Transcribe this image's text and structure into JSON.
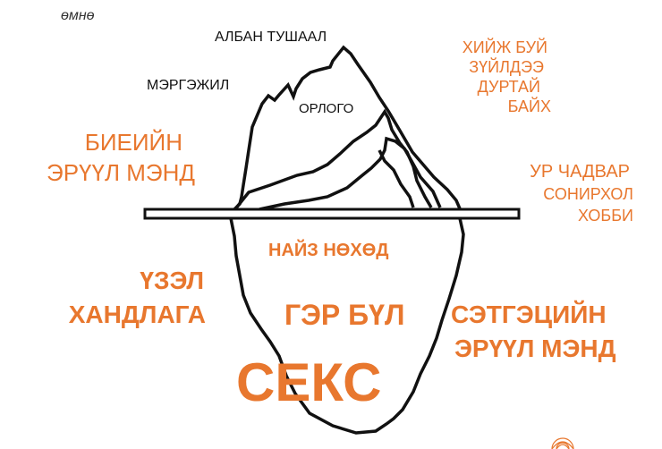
{
  "colors": {
    "accent": "#e8772e",
    "text": "#111111",
    "outline": "#111111",
    "background": "#ffffff"
  },
  "header": {
    "title": "өмнө"
  },
  "above_water": {
    "top_label": "АЛБАН ТУШААЛ",
    "career_label": "МЭРГЭЖИЛ",
    "income_label": "ОРЛОГО"
  },
  "side_labels": {
    "physical_health": [
      "БИЕИЙН",
      "ЭРҮҮЛ МЭНД"
    ],
    "likes": [
      "ХИЙЖ БУЙ",
      "ЗҮЙЛДЭЭ",
      "ДУРТАЙ",
      "БАЙХ"
    ],
    "abilities": [
      "УР ЧАДВАР",
      "СОНИРХОЛ",
      "ХОББИ"
    ]
  },
  "below_water": {
    "friends": "НАЙЗ НӨХӨД",
    "family": "ГЭР БҮЛ",
    "attitude": [
      "ҮЗЭЛ",
      "ХАНДЛАГА"
    ],
    "mental_health": [
      "СЭТГЭЦИЙН",
      "ЭРҮҮЛ МЭНД"
    ],
    "sex": "СЕКС"
  },
  "footer": {
    "logo_icon": "mandala-logo-icon"
  }
}
